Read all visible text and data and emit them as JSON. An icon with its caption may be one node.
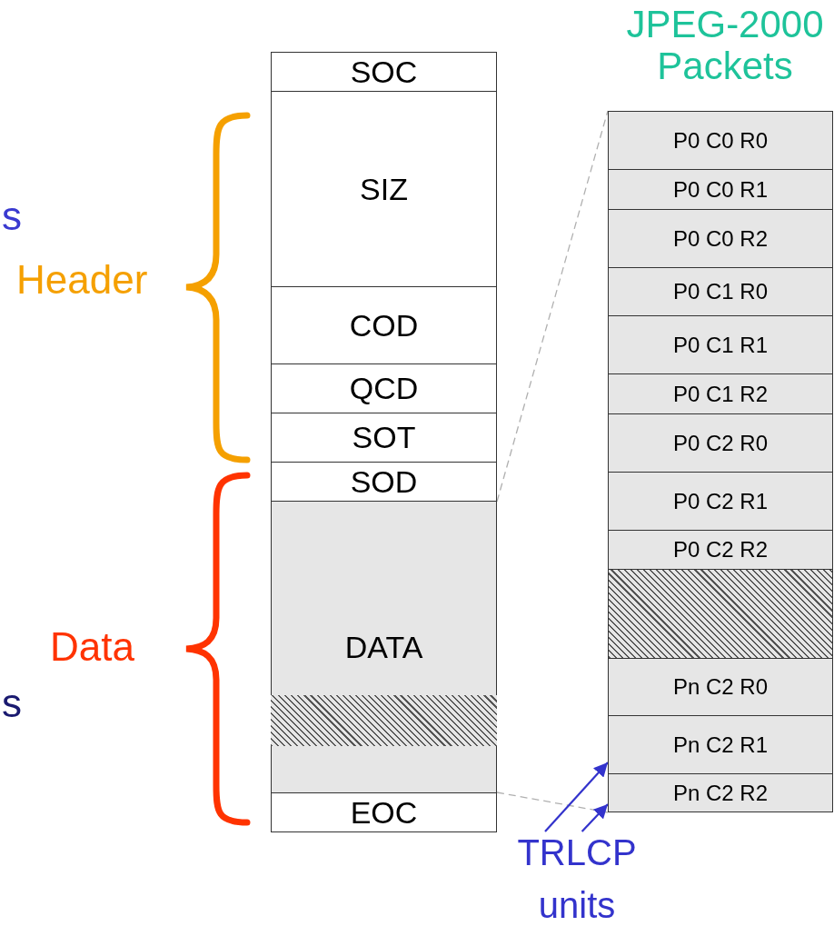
{
  "diagram": {
    "title": "JPEG-2000 Packets",
    "nodes": [
      {
        "text": [
          "SOC"
        ]
      },
      {
        "text": [
          "SIZ"
        ]
      },
      {
        "text": [
          "COD"
        ]
      },
      {
        "text": [
          "QCD"
        ]
      },
      {
        "text": [
          "SOT"
        ]
      },
      {
        "text": [
          "SOD"
        ]
      },
      {
        "text": [
          "DATA"
        ]
      },
      {
        "text": [],
        "shape": "box",
        "in": 6
      },
      {
        "text": [
          "EOC"
        ]
      },
      {
        "text": [
          "P0 C0 R0"
        ]
      },
      {
        "text": [
          "P0 C0 R1"
        ]
      },
      {
        "text": [
          "P0 C0 R2"
        ]
      },
      {
        "text": [
          "P0 C1 R0"
        ]
      },
      {
        "text": [
          "P0 C1 R1"
        ]
      },
      {
        "text": [
          "P0 C1 R2"
        ]
      },
      {
        "text": [
          "P0 C2 R0"
        ]
      },
      {
        "text": [
          "P0 C2 R1"
        ]
      },
      {
        "text": [
          "P0 C2 R2"
        ]
      },
      {
        "text": [],
        "shape": "box"
      },
      {
        "text": [
          "Pn C2 R0"
        ]
      },
      {
        "text": [
          "Pn C2 R1"
        ]
      },
      {
        "text": [
          "Pn C2 R2"
        ]
      },
      {
        "text": [
          "TRLCP units"
        ]
      }
    ],
    "edges": [
      {
        "from": 5,
        "to": 9,
        "arrow": "none",
        "style": "dashed",
        "color": "#b0b0b0"
      },
      {
        "from": 8,
        "to": 21,
        "arrow": "none",
        "style": "dashed",
        "color": "#b0b0b0"
      },
      {
        "from": 22,
        "to": 20,
        "arrow": "to",
        "color": "#3333cc"
      },
      {
        "from": 22,
        "to": 21,
        "arrow": "to",
        "color": "#3333cc"
      }
    ],
    "labels": [
      "s",
      "Header",
      "Data",
      "s"
    ]
  }
}
